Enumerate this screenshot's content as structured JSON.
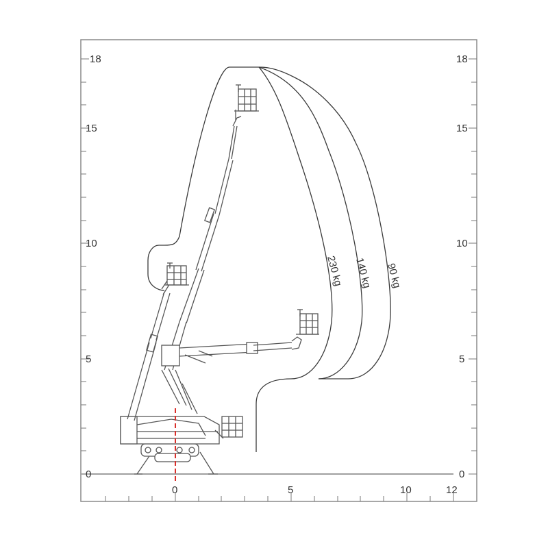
{
  "axes": {
    "y_ticks": [
      "0",
      "5",
      "10",
      "15",
      "18"
    ],
    "x_ticks": [
      "0",
      "5",
      "10",
      "12"
    ]
  },
  "load_curves": [
    "230 kg",
    "140 kg",
    "90 kg"
  ],
  "colors": {
    "frame": "#8a8a8a",
    "line": "#3a3a3a",
    "machine": "#555555",
    "center_line": "#d9302b"
  }
}
